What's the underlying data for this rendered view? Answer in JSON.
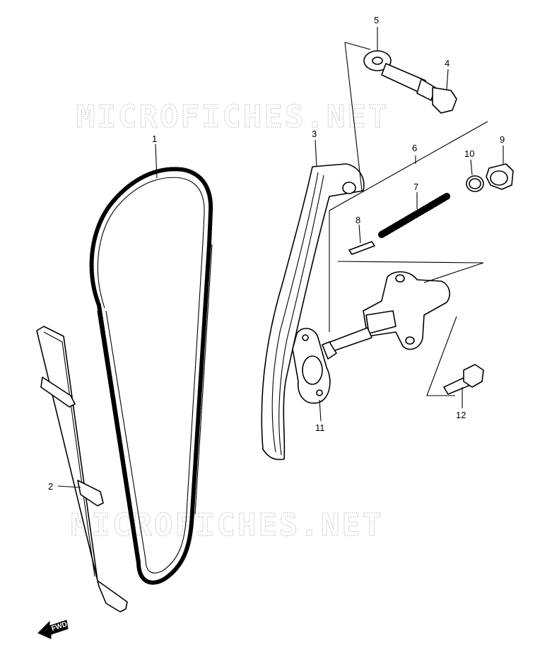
{
  "watermark": "MICROFICHES.NET",
  "direction_label": "FWD",
  "callouts": [
    {
      "id": "cam-chain",
      "number": "1"
    },
    {
      "id": "chain-guide",
      "number": "2"
    },
    {
      "id": "tensioner-blade",
      "number": "3"
    },
    {
      "id": "bolt",
      "number": "4"
    },
    {
      "id": "washer",
      "number": "5"
    },
    {
      "id": "adjuster-assembly",
      "number": "6"
    },
    {
      "id": "spring",
      "number": "7"
    },
    {
      "id": "pin",
      "number": "8"
    },
    {
      "id": "cap-bolt",
      "number": "9"
    },
    {
      "id": "o-ring",
      "number": "10"
    },
    {
      "id": "gasket",
      "number": "11"
    },
    {
      "id": "adjuster-bolt",
      "number": "12"
    }
  ]
}
